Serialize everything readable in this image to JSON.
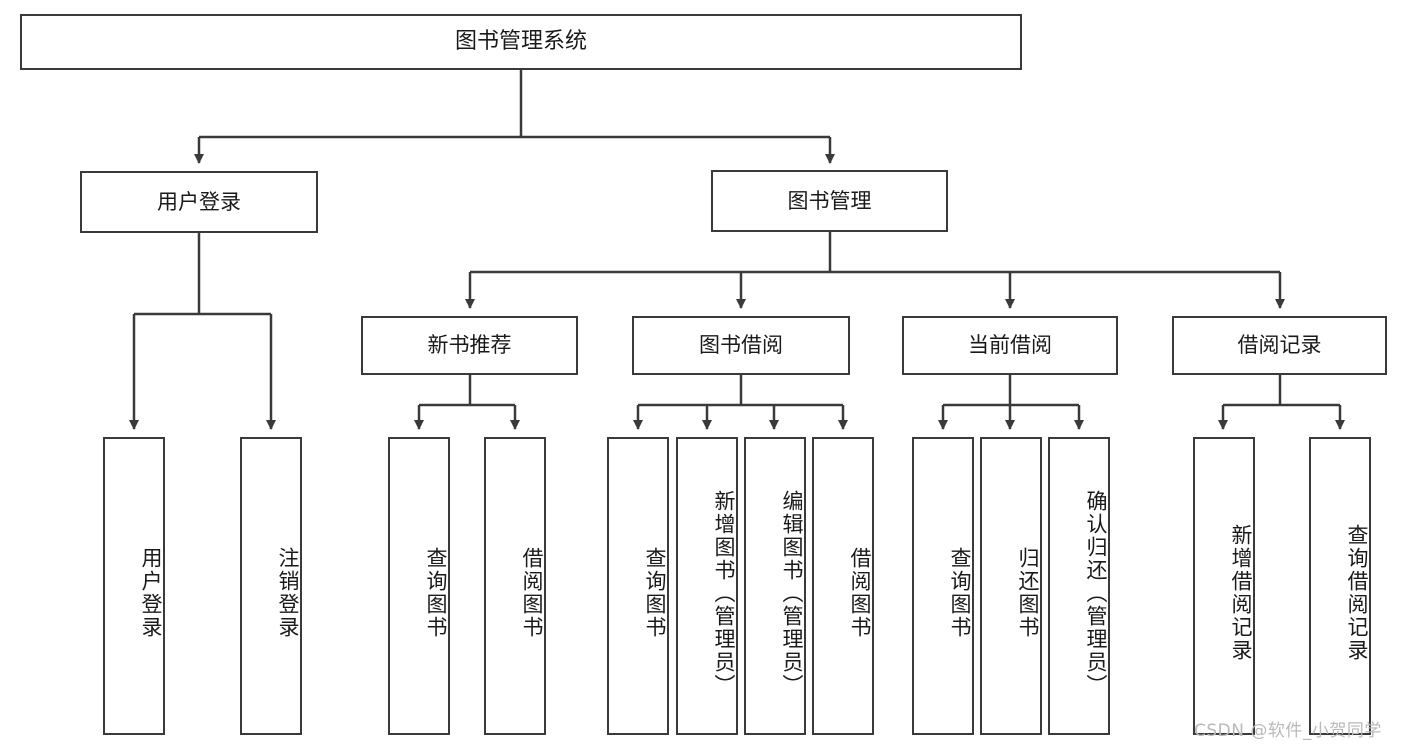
{
  "diagram": {
    "title": "图书管理系统",
    "watermark": "CSDN @软件_小贺同学",
    "line_color": "#3a3a3a",
    "box_border_color": "#3a3a3a",
    "text_color": "#1a1a1a",
    "background": "#ffffff"
  },
  "levels": {
    "root": {
      "label": "图书管理系统"
    },
    "level2": [
      {
        "label": "用户登录"
      },
      {
        "label": "图书管理"
      }
    ],
    "level3": [
      {
        "label": "新书推荐"
      },
      {
        "label": "图书借阅"
      },
      {
        "label": "当前借阅"
      },
      {
        "label": "借阅记录"
      }
    ],
    "leaves": {
      "user_login": [
        {
          "label": "用户登录"
        },
        {
          "label": "注销登录"
        }
      ],
      "new_book_recommend": [
        {
          "label": "查询图书"
        },
        {
          "label": "借阅图书"
        }
      ],
      "book_borrow": [
        {
          "label": "查询图书"
        },
        {
          "label": "新增图书（管理员）"
        },
        {
          "label": "编辑图书（管理员）"
        },
        {
          "label": "借阅图书"
        }
      ],
      "current_borrow": [
        {
          "label": "查询图书"
        },
        {
          "label": "归还图书"
        },
        {
          "label": "确认归还（管理员）"
        }
      ],
      "borrow_record": [
        {
          "label": "新增借阅记录"
        },
        {
          "label": "查询借阅记录"
        }
      ]
    }
  },
  "chart_data": {
    "type": "diagram",
    "title": "图书管理系统",
    "structure": "tree",
    "nodes": [
      {
        "id": "root",
        "label": "图书管理系统",
        "level": 0,
        "parent": null
      },
      {
        "id": "user_login",
        "label": "用户登录",
        "level": 1,
        "parent": "root"
      },
      {
        "id": "book_mgmt",
        "label": "图书管理",
        "level": 1,
        "parent": "root"
      },
      {
        "id": "new_book",
        "label": "新书推荐",
        "level": 2,
        "parent": "book_mgmt"
      },
      {
        "id": "book_borrow",
        "label": "图书借阅",
        "level": 2,
        "parent": "book_mgmt"
      },
      {
        "id": "current_borrow",
        "label": "当前借阅",
        "level": 2,
        "parent": "book_mgmt"
      },
      {
        "id": "borrow_record",
        "label": "借阅记录",
        "level": 2,
        "parent": "book_mgmt"
      },
      {
        "id": "ul1",
        "label": "用户登录",
        "level": 2,
        "parent": "user_login"
      },
      {
        "id": "ul2",
        "label": "注销登录",
        "level": 2,
        "parent": "user_login"
      },
      {
        "id": "nb1",
        "label": "查询图书",
        "level": 3,
        "parent": "new_book"
      },
      {
        "id": "nb2",
        "label": "借阅图书",
        "level": 3,
        "parent": "new_book"
      },
      {
        "id": "bb1",
        "label": "查询图书",
        "level": 3,
        "parent": "book_borrow"
      },
      {
        "id": "bb2",
        "label": "新增图书（管理员）",
        "level": 3,
        "parent": "book_borrow"
      },
      {
        "id": "bb3",
        "label": "编辑图书（管理员）",
        "level": 3,
        "parent": "book_borrow"
      },
      {
        "id": "bb4",
        "label": "借阅图书",
        "level": 3,
        "parent": "book_borrow"
      },
      {
        "id": "cb1",
        "label": "查询图书",
        "level": 3,
        "parent": "current_borrow"
      },
      {
        "id": "cb2",
        "label": "归还图书",
        "level": 3,
        "parent": "current_borrow"
      },
      {
        "id": "cb3",
        "label": "确认归还（管理员）",
        "level": 3,
        "parent": "current_borrow"
      },
      {
        "id": "br1",
        "label": "新增借阅记录",
        "level": 3,
        "parent": "borrow_record"
      },
      {
        "id": "br2",
        "label": "查询借阅记录",
        "level": 3,
        "parent": "borrow_record"
      }
    ]
  }
}
